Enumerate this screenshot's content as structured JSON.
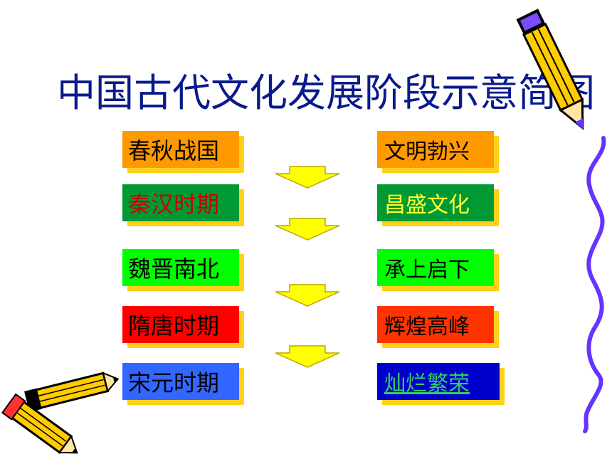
{
  "title": "中国古代文化发展阶段示意简图",
  "periods": [
    {
      "label": "春秋战国",
      "bg": "#ff9900",
      "color": "#000000"
    },
    {
      "label": "秦汉时期",
      "bg": "#009933",
      "color": "#cc0000"
    },
    {
      "label": "魏晋南北",
      "bg": "#00ff00",
      "color": "#000000"
    },
    {
      "label": "隋唐时期",
      "bg": "#ff0000",
      "color": "#000000"
    },
    {
      "label": "宋元时期",
      "bg": "#3366ff",
      "color": "#000000"
    }
  ],
  "features": [
    {
      "label": "文明勃兴",
      "bg": "#ff9900",
      "color": "#000000"
    },
    {
      "label": "昌盛文化",
      "bg": "#009933",
      "color": "#ffff33"
    },
    {
      "label": "承上启下",
      "bg": "#00ff00",
      "color": "#000000"
    },
    {
      "label": "辉煌高峰",
      "bg": "#ff3300",
      "color": "#000000"
    },
    {
      "label": "灿烂繁荣",
      "bg": "#0000cc",
      "color": "#33cc66"
    }
  ],
  "colors": {
    "title": "#0a1a8c",
    "shadow": "#ffd11a",
    "arrow": "#ffff00",
    "squiggle": "#6633ff"
  },
  "icons": [
    "pencil-icon",
    "down-arrow-icon",
    "purple-squiggle-line"
  ]
}
